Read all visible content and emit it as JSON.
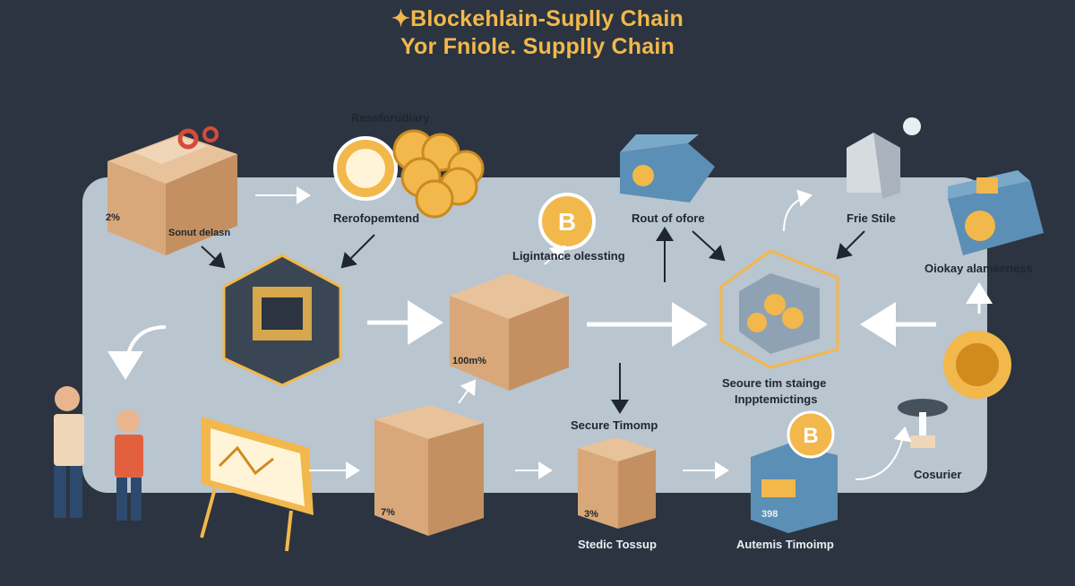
{
  "title": {
    "line1": "✦Blockehlain-Suplly Chain",
    "line2": "Yor Fniole. Supplly Chain"
  },
  "labels": {
    "box_top_left_tag": "2%",
    "box_top_left_caption": "Sonut delasn",
    "coins_header": "Ressforudiary",
    "coins_caption": "Rerofopemtend",
    "lightning": "Ligintance olessting",
    "route": "Rout of ofore",
    "file_site": "Frie Stile",
    "right_box_caption": "Oiokay alameeness",
    "center_box_tag": "100m%",
    "secure_storage_1": "Seoure tim stainge",
    "secure_storage_2": "Inpptemictings",
    "secure_timestamp": "Secure Timomp",
    "bottom_box_tag": "7%",
    "small_box_tag": "3%",
    "static_toss": "Stedic Tossup",
    "authentic": "Autemis Timoimp",
    "blue_box_tag": "398",
    "consumer": "Cosurier"
  },
  "colors": {
    "background": "#2b3440",
    "panel": "#b9c5cf",
    "accent": "#f2b84b",
    "box": "#d9a87a",
    "blue_box": "#5b8fb5"
  }
}
